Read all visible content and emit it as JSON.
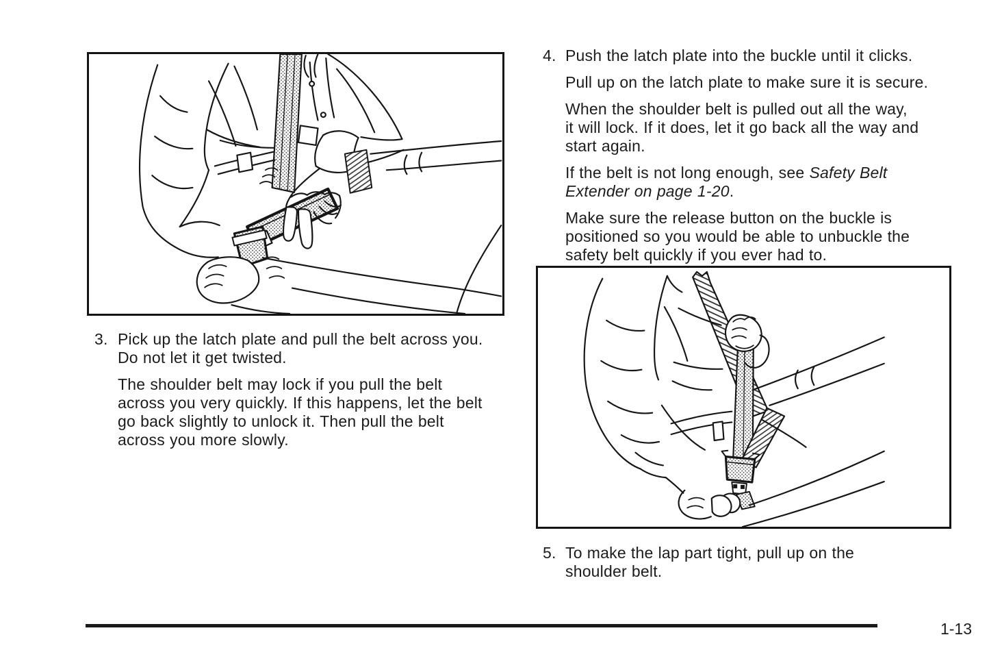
{
  "page": {
    "background": "#ffffff",
    "text_color": "#1c1c1c",
    "page_number": "1-13"
  },
  "figures": {
    "figure1": {
      "name": "inserting-latch-plate-into-buckle-illustration"
    },
    "figure2": {
      "name": "pulling-up-on-shoulder-belt-illustration"
    }
  },
  "steps": {
    "step3": {
      "number": "3.",
      "p1": "Pick up the latch plate and pull the belt across you.\nDo not let it get twisted.",
      "p2": "The shoulder belt may lock if you pull the belt\nacross you very quickly. If this happens, let the belt\ngo back slightly to unlock it. Then pull the belt\nacross you more slowly."
    },
    "step4": {
      "number": "4.",
      "p1": "Push the latch plate into the buckle until it clicks.",
      "p2": "Pull up on the latch plate to make sure it is secure.",
      "p3": "When the shoulder belt is pulled out all the way,\nit will lock. If it does, let it go back all the way and\nstart again.",
      "p4_before": "If the belt is not long enough, see ",
      "p4_italic": "Safety Belt\nExtender on page 1-20",
      "p4_after": ".",
      "p5": "Make sure the release button on the buckle is\npositioned so you would be able to unbuckle the\nsafety belt quickly if you ever had to."
    },
    "step5": {
      "number": "5.",
      "p1": "To make the lap part tight, pull up on the\nshoulder belt."
    }
  }
}
